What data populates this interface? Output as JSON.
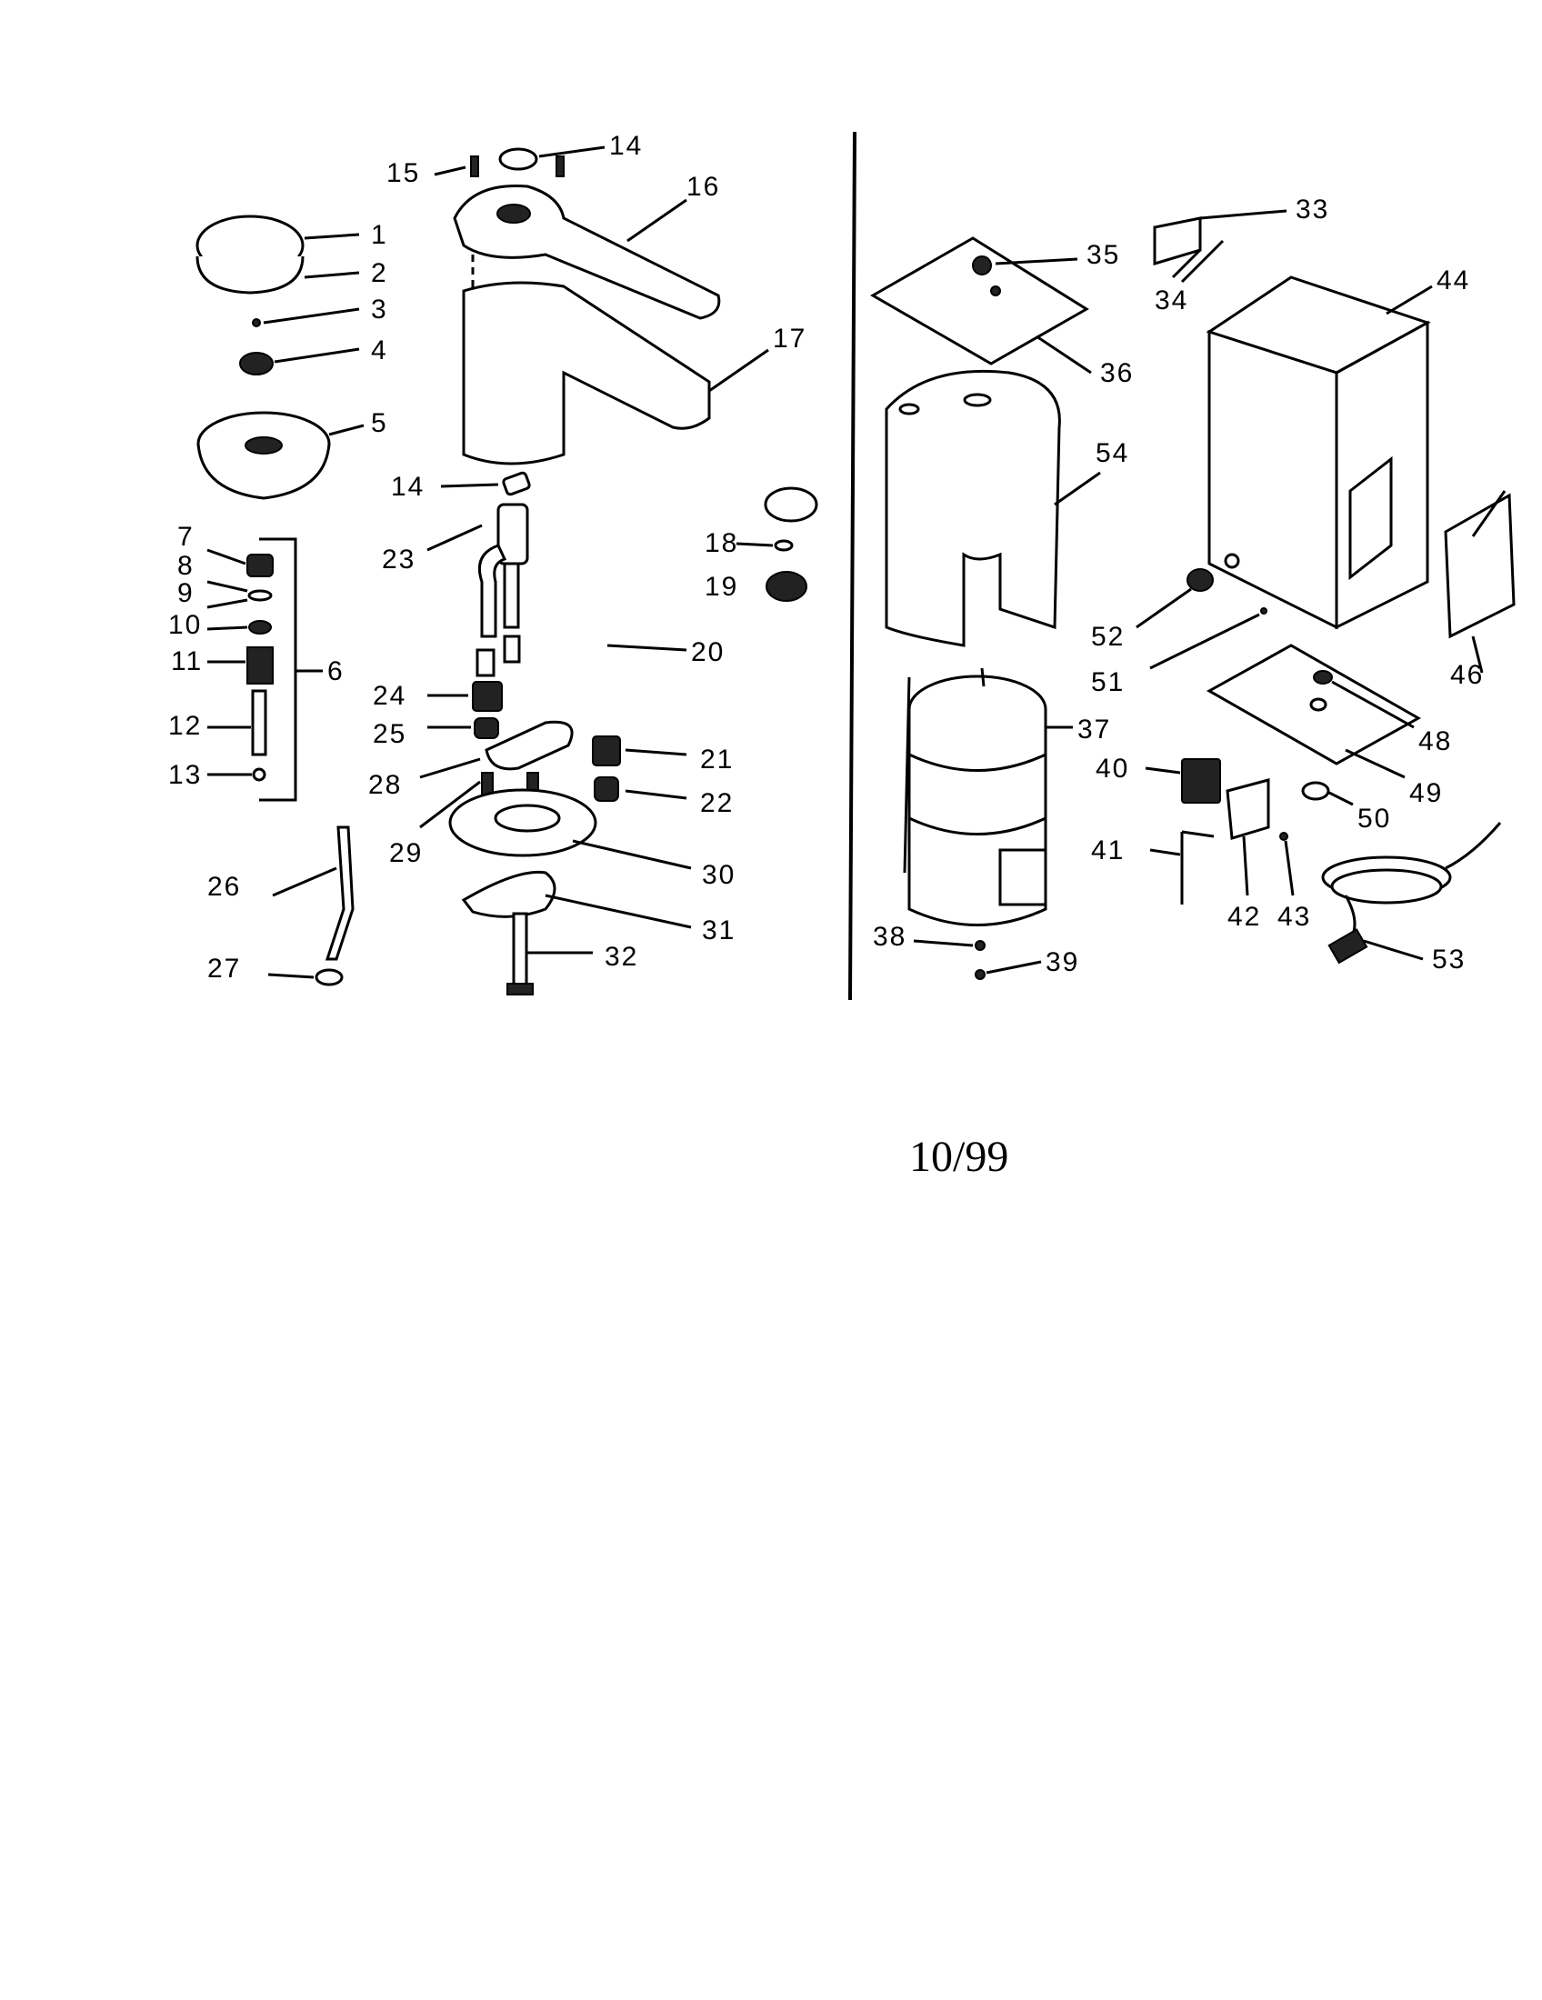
{
  "diagram": {
    "left_panel_callouts": [
      "1",
      "2",
      "3",
      "4",
      "5",
      "6",
      "7",
      "8",
      "9",
      "10",
      "11",
      "12",
      "13",
      "14",
      "14",
      "15",
      "16",
      "17",
      "18",
      "19",
      "20",
      "21",
      "22",
      "23",
      "24",
      "25",
      "26",
      "27",
      "28",
      "29",
      "30",
      "31",
      "32"
    ],
    "right_panel_callouts": [
      "33",
      "34",
      "35",
      "36",
      "37",
      "38",
      "39",
      "40",
      "41",
      "42",
      "43",
      "44",
      "46",
      "48",
      "49",
      "50",
      "51",
      "52",
      "53",
      "54"
    ],
    "date_code": "10/99"
  }
}
